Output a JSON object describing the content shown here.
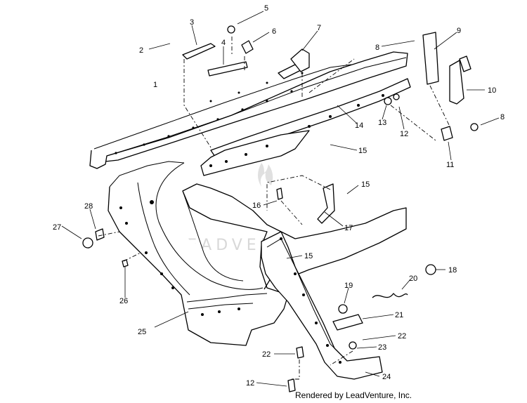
{
  "callouts": [
    "1",
    "2",
    "3",
    "4",
    "5",
    "6",
    "7",
    "8",
    "9",
    "10",
    "8",
    "11",
    "12",
    "13",
    "14",
    "15",
    "15",
    "16",
    "17",
    "15",
    "18",
    "19",
    "20",
    "21",
    "22",
    "22",
    "23",
    "24",
    "25",
    "26",
    "27",
    "28",
    "12"
  ],
  "watermark": "LEADVENTURE",
  "footer": "Rendered by LeadVenture, Inc."
}
